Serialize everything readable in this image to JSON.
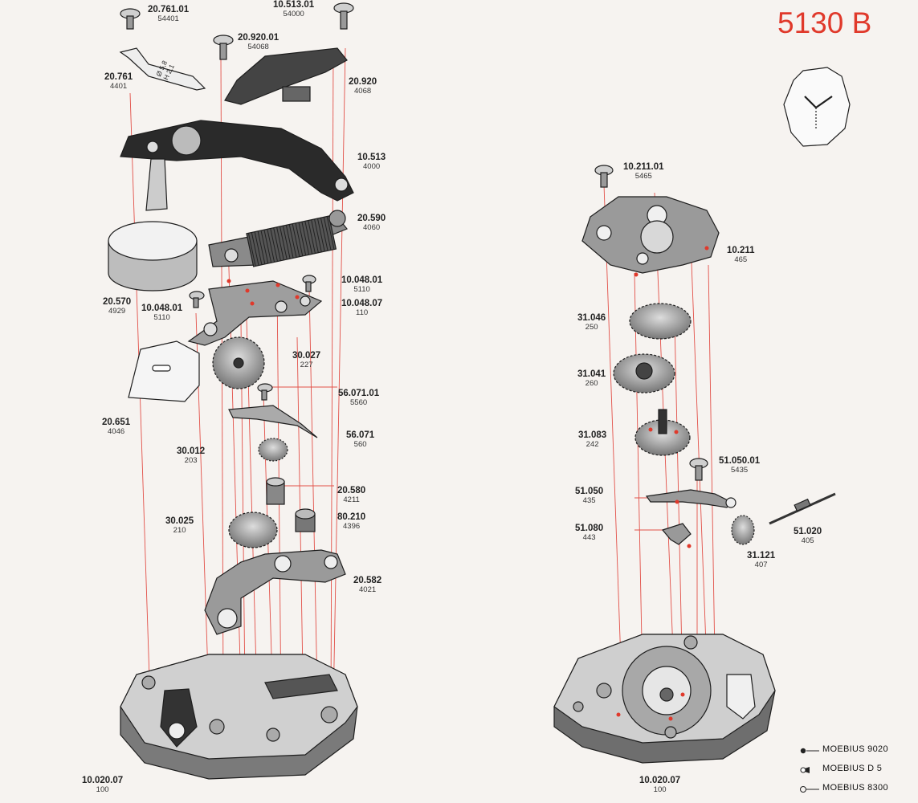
{
  "model": "5130 B",
  "colors": {
    "accent": "#e0392b",
    "ink": "#1e1e1e",
    "paper": "#f6f3f0",
    "guide": "#e25048"
  },
  "labels": [
    {
      "id": "l1",
      "ref": "20.761.01",
      "num": "54401"
    },
    {
      "id": "l2",
      "ref": "10.513.01",
      "num": "54000"
    },
    {
      "id": "l3",
      "ref": "20.920.01",
      "num": "54068"
    },
    {
      "id": "l4",
      "ref": "20.761",
      "num": "4401"
    },
    {
      "id": "l5",
      "ref": "20.920",
      "num": "4068"
    },
    {
      "id": "l6",
      "ref": "10.513",
      "num": "4000"
    },
    {
      "id": "l7",
      "ref": "20.590",
      "num": "4060"
    },
    {
      "id": "l8",
      "ref": "10.048.01",
      "num": "5110"
    },
    {
      "id": "l9",
      "ref": "10.048.07",
      "num": "110"
    },
    {
      "id": "l10",
      "ref": "20.570",
      "num": "4929"
    },
    {
      "id": "l11",
      "ref": "10.048.01",
      "num": "5110"
    },
    {
      "id": "l12",
      "ref": "30.027",
      "num": "227"
    },
    {
      "id": "l13",
      "ref": "56.071.01",
      "num": "5560"
    },
    {
      "id": "l14",
      "ref": "20.651",
      "num": "4046"
    },
    {
      "id": "l15",
      "ref": "56.071",
      "num": "560"
    },
    {
      "id": "l16",
      "ref": "30.012",
      "num": "203"
    },
    {
      "id": "l17",
      "ref": "20.580",
      "num": "4211"
    },
    {
      "id": "l18",
      "ref": "80.210",
      "num": "4396"
    },
    {
      "id": "l19",
      "ref": "30.025",
      "num": "210"
    },
    {
      "id": "l20",
      "ref": "20.582",
      "num": "4021"
    },
    {
      "id": "l21",
      "ref": "10.020.07",
      "num": "100"
    },
    {
      "id": "l22",
      "ref": "10.211.01",
      "num": "5465"
    },
    {
      "id": "l23",
      "ref": "10.211",
      "num": "465"
    },
    {
      "id": "l24",
      "ref": "31.046",
      "num": "250"
    },
    {
      "id": "l25",
      "ref": "31.041",
      "num": "260"
    },
    {
      "id": "l26",
      "ref": "31.083",
      "num": "242"
    },
    {
      "id": "l27",
      "ref": "51.050.01",
      "num": "5435"
    },
    {
      "id": "l28",
      "ref": "51.050",
      "num": "435"
    },
    {
      "id": "l29",
      "ref": "51.080",
      "num": "443"
    },
    {
      "id": "l30",
      "ref": "51.020",
      "num": "405"
    },
    {
      "id": "l31",
      "ref": "31.121",
      "num": "407"
    },
    {
      "id": "l32",
      "ref": "10.020.07",
      "num": "100"
    }
  ],
  "engraving": {
    "line1": "Ø 5,8",
    "line2": "H 2,1"
  },
  "legend": [
    {
      "label": "MOEBIUS 9020"
    },
    {
      "label": "MOEBIUS D 5"
    },
    {
      "label": "MOEBIUS 8300"
    }
  ]
}
